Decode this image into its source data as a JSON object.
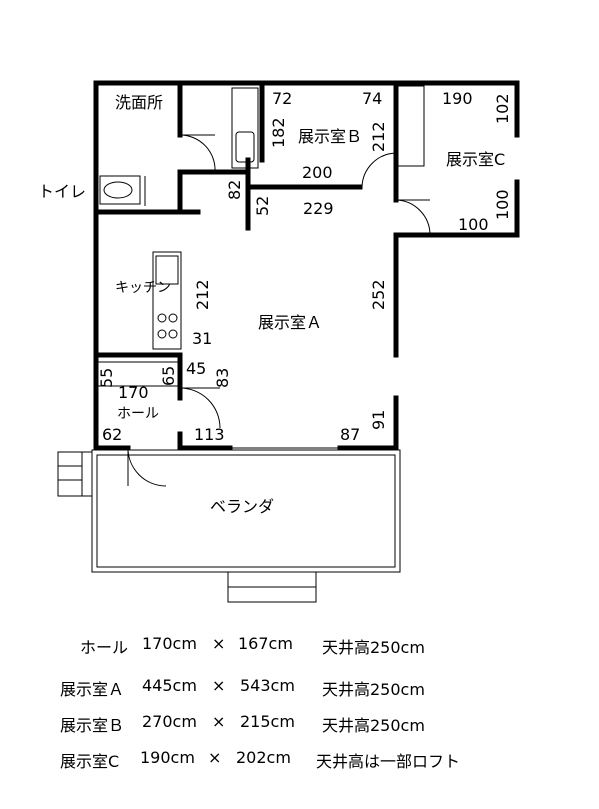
{
  "rooms": {
    "senmenjo": "洗面所",
    "toilet": "トイレ",
    "room_b": "展示室Ｂ",
    "room_c": "展示室C",
    "kitchen": "キッチン",
    "room_a": "展示室Ａ",
    "hall": "ホール",
    "veranda": "ベランダ"
  },
  "dimensions": {
    "d72": "72",
    "d74": "74",
    "d190": "190",
    "d102": "102",
    "d182": "182",
    "d212_top": "212",
    "d200": "200",
    "d82": "82",
    "d52": "52",
    "d229": "229",
    "d100_v": "100",
    "d100_h": "100",
    "d212_kitchen": "212",
    "d252": "252",
    "d31": "31",
    "d55": "55",
    "d65": "65",
    "d45": "45",
    "d83": "83",
    "d170": "170",
    "d91": "91",
    "d62": "62",
    "d113": "113",
    "d87": "87"
  },
  "specs": [
    {
      "name": "ホール",
      "w": "170cm",
      "x": "×",
      "h": "167cm",
      "ceiling": "天井高250cm"
    },
    {
      "name": "展示室Ａ",
      "w": "445cm",
      "x": "×",
      "h": "543cm",
      "ceiling": "天井高250cm"
    },
    {
      "name": "展示室Ｂ",
      "w": "270cm",
      "x": "×",
      "h": "215cm",
      "ceiling": "天井高250cm"
    },
    {
      "name": "展示室C",
      "w": "190cm",
      "x": "×",
      "h": "202cm",
      "ceiling": "天井高は一部ロフト"
    }
  ]
}
